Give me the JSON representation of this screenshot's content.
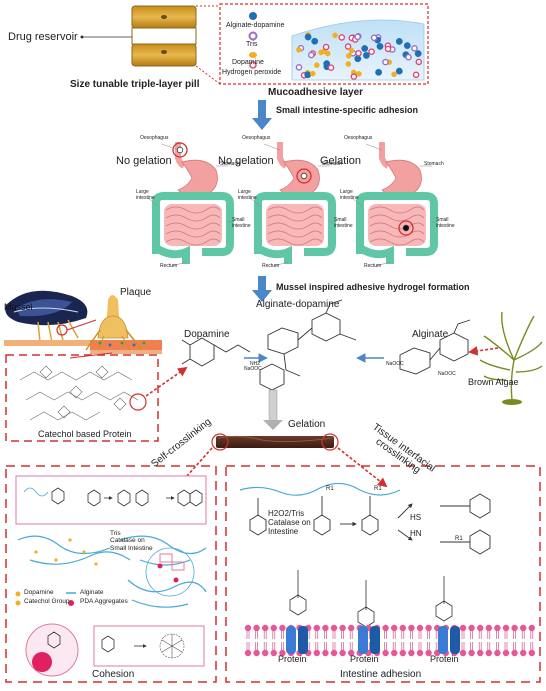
{
  "pill": {
    "reservoir_label": "Drug reservoir",
    "caption": "Size tunable triple-layer pill",
    "colors": {
      "layer": "#d9a53a",
      "middle": "#ffffff",
      "edge": "#8a6a1e"
    }
  },
  "mucoadhesive": {
    "caption": "Mucoadhesive layer",
    "legend": [
      {
        "label": "Alginate-dopamine",
        "color": "#1f6fb5"
      },
      {
        "label": "Tris",
        "color": "#9b6fc5"
      },
      {
        "label": "Dopamine",
        "color": "#f0b020"
      },
      {
        "label": "Hydrogen peroxide",
        "color": "#e0457a"
      }
    ]
  },
  "steps": {
    "step1": "Small intestine-specific adhesion",
    "step2": "Mussel inspired adhesive hydrogel formation"
  },
  "stomach_panels": [
    {
      "state": "No gelation"
    },
    {
      "state": "No gelation"
    },
    {
      "state": "Gelation"
    }
  ],
  "anatomy": {
    "oesophagus": "Oesophagus",
    "stomach": "Stomach",
    "large_intestine": "Large intestine",
    "small_intestine": "Small intestine",
    "rectum": "Rectum"
  },
  "chemistry": {
    "mussel": "Mussel",
    "plaque": "Plaque",
    "dopamine": "Dopamine",
    "alginate_dopamine": "Alginate-dopamine",
    "alginate": "Alginate",
    "brown_algae": "Brown Algae",
    "catechol_protein": "Catechol based Protein",
    "gelation": "Gelation",
    "self_crosslinking": "Self-crosslinking",
    "tissue_crosslinking": "Tissue interfacial crosslinking",
    "na_ooc": "NaOOC",
    "nh2": "NH2"
  },
  "cohesion": {
    "tris_catalase": "Tris\nCatalase on\nSmall Intestine",
    "legend": [
      {
        "label": "Dopamine",
        "color": "#f0b020"
      },
      {
        "label": "Catechol Group",
        "color": "#f0b020"
      },
      {
        "label": "Alginate",
        "color": "#4aa8d8"
      },
      {
        "label": "PDA Aggregates",
        "color": "#e02060"
      }
    ],
    "caption": "Cohesion"
  },
  "adhesion": {
    "h2o2_label": "H2O2/Tris\nCatalase on\nIntestine",
    "hs": "HS",
    "hn": "HN",
    "r1": "R1",
    "protein_labels": [
      "Protein",
      "Protein",
      "Protein"
    ],
    "caption": "Intestine adhesion"
  },
  "colors": {
    "flow_arrow": "#4a86c8",
    "red_dashed": "#d23030",
    "stomach": "#f3a0a0",
    "colon": "#5fc7a6",
    "membrane": "#e8569a",
    "protein": "#3a7bd5"
  }
}
